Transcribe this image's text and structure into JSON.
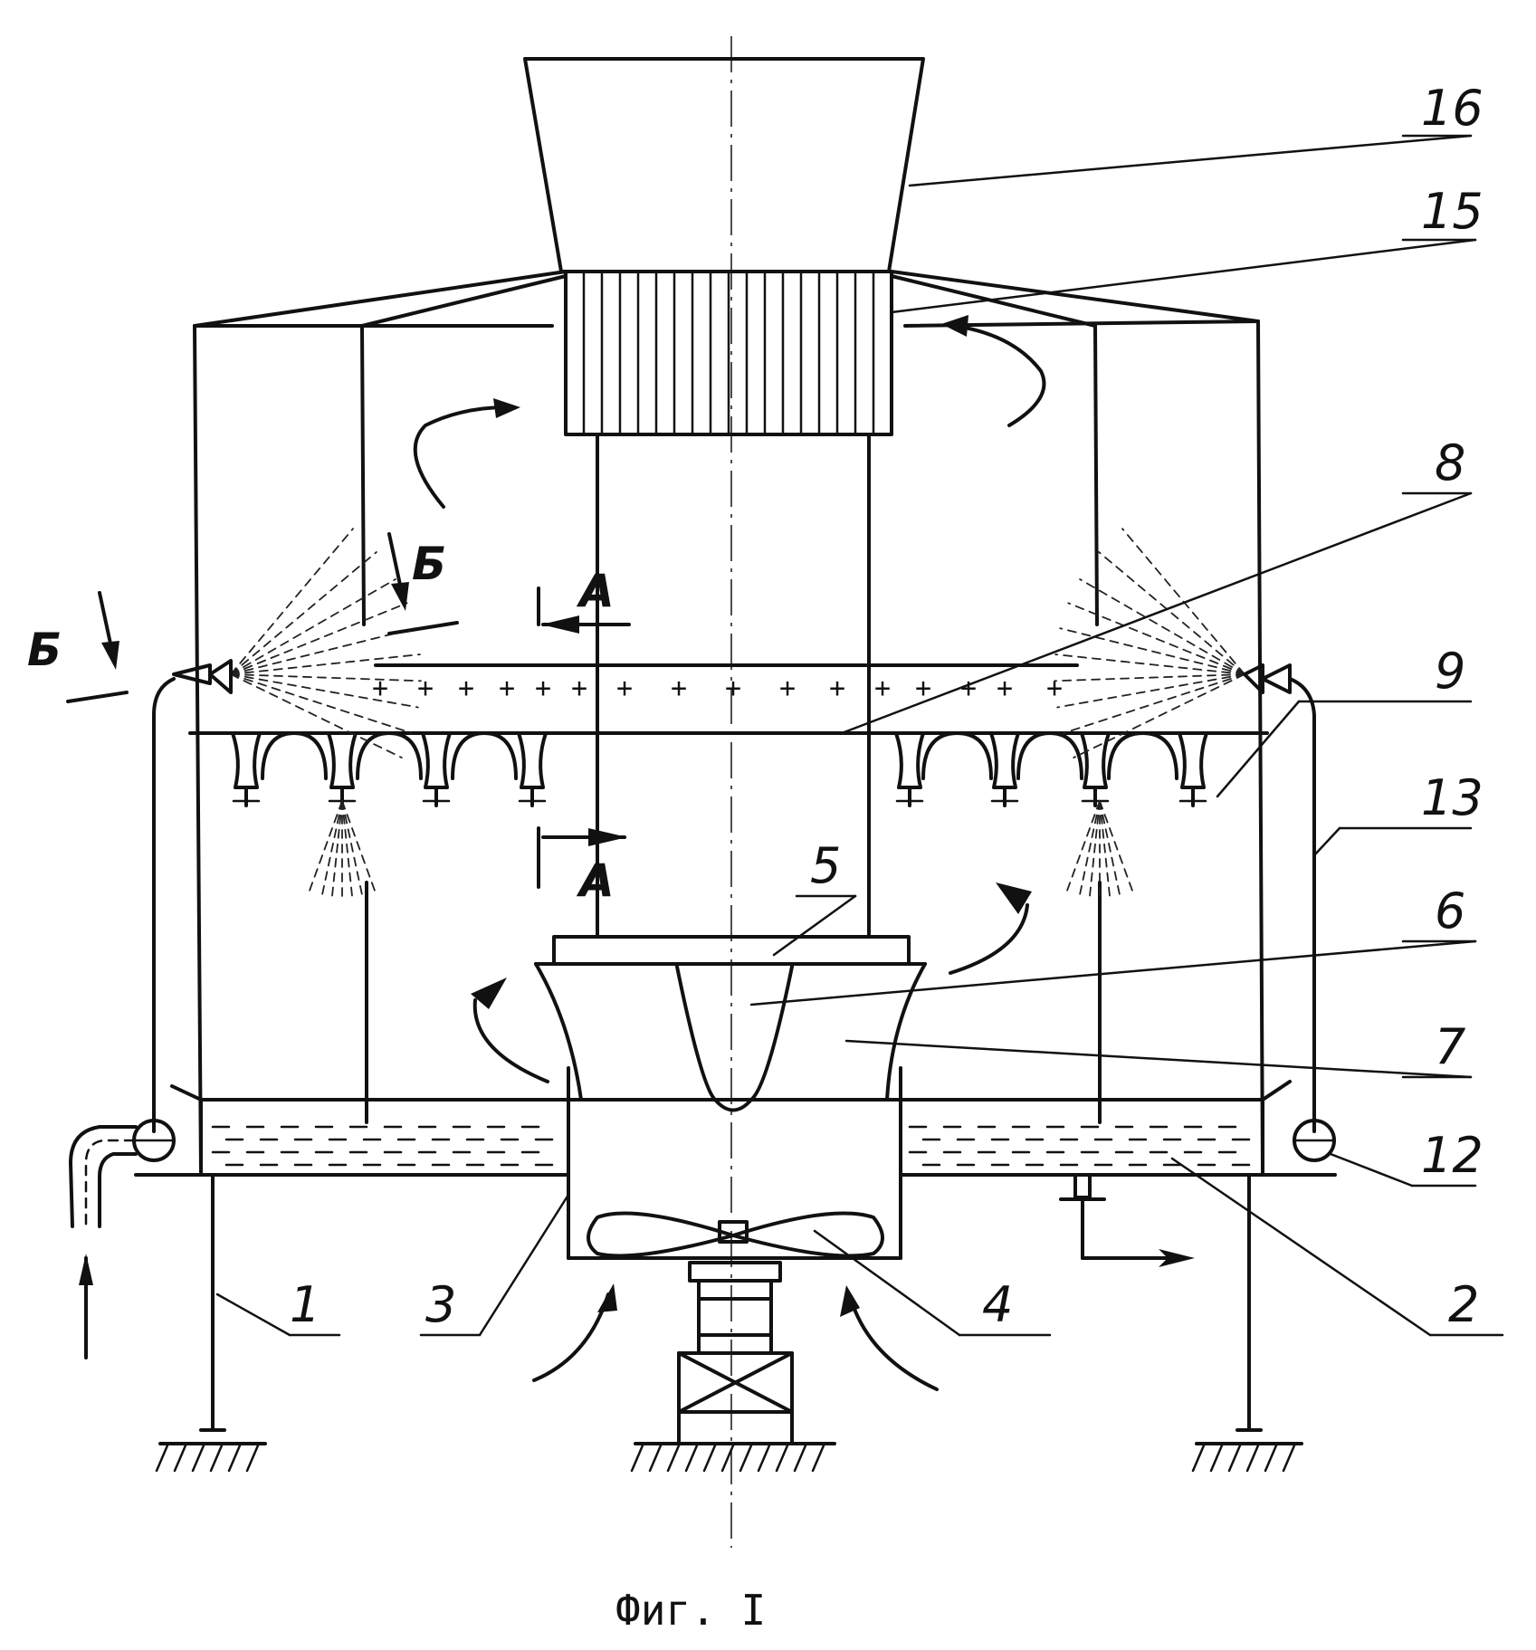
{
  "caption": "Фиг. I",
  "labels": {
    "l1": "1",
    "l2": "2",
    "l3": "3",
    "l4": "4",
    "l5": "5",
    "l6": "6",
    "l7": "7",
    "l8": "8",
    "l9": "9",
    "l12": "12",
    "l13": "13",
    "l15": "15",
    "l16": "16"
  },
  "sections": {
    "a_top": "А",
    "a_bottom": "А",
    "b_left": "Б",
    "b_mid": "Б"
  }
}
